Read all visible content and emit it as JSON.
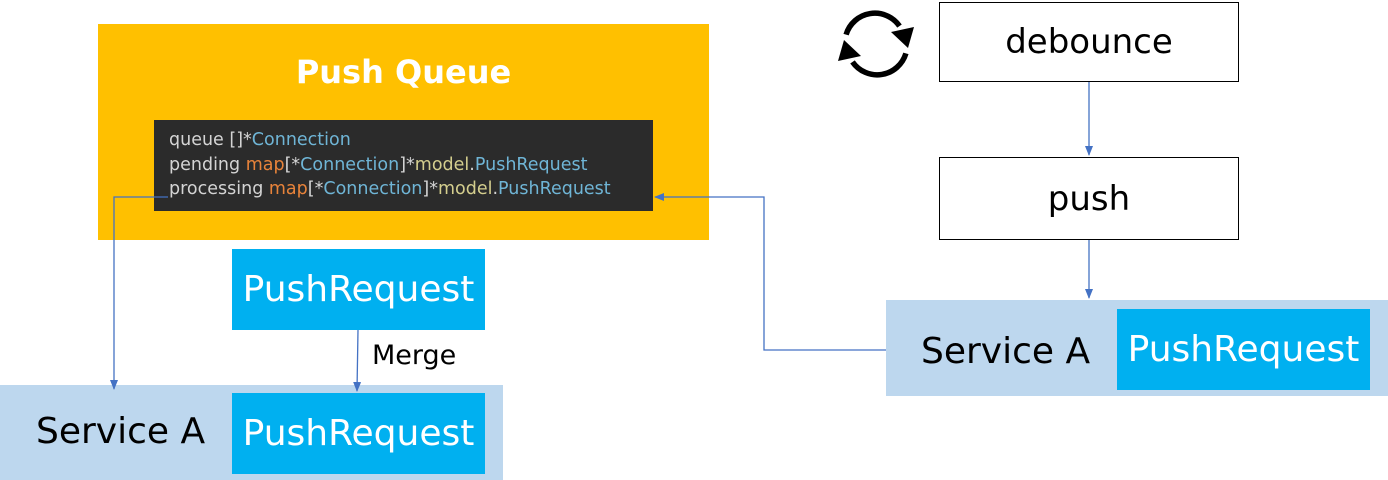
{
  "push_queue": {
    "title": "Push Queue",
    "code_lines": [
      [
        {
          "text": "queue ",
          "kind": "id"
        },
        {
          "text": "[]*",
          "kind": "id"
        },
        {
          "text": "Connection",
          "kind": "type"
        }
      ],
      [
        {
          "text": "pending ",
          "kind": "id"
        },
        {
          "text": "map",
          "kind": "kw"
        },
        {
          "text": "[*",
          "kind": "id"
        },
        {
          "text": "Connection",
          "kind": "type"
        },
        {
          "text": "]*",
          "kind": "id"
        },
        {
          "text": "model",
          "kind": "pkg"
        },
        {
          "text": ".",
          "kind": "id"
        },
        {
          "text": "PushRequest",
          "kind": "type"
        }
      ],
      [
        {
          "text": "processing ",
          "kind": "id"
        },
        {
          "text": "map",
          "kind": "kw"
        },
        {
          "text": "[*",
          "kind": "id"
        },
        {
          "text": "Connection",
          "kind": "type"
        },
        {
          "text": "]*",
          "kind": "id"
        },
        {
          "text": "model",
          "kind": "pkg"
        },
        {
          "text": ".",
          "kind": "id"
        },
        {
          "text": "PushRequest",
          "kind": "type"
        }
      ]
    ]
  },
  "nodes": {
    "debounce": "debounce",
    "push": "push",
    "top_pushrequest": "PushRequest",
    "merge_label": "Merge",
    "bottom_service": {
      "label": "Service A",
      "request": "PushRequest"
    },
    "right_service": {
      "label": "Service A",
      "request": "PushRequest"
    }
  },
  "icons": {
    "sync": "sync-icon"
  },
  "colors": {
    "queue_fill": "#FFC000",
    "code_bg": "#2B2B2B",
    "request_fill": "#00B0F0",
    "service_fill": "#BDD7EE",
    "connector": "#4472C4"
  }
}
